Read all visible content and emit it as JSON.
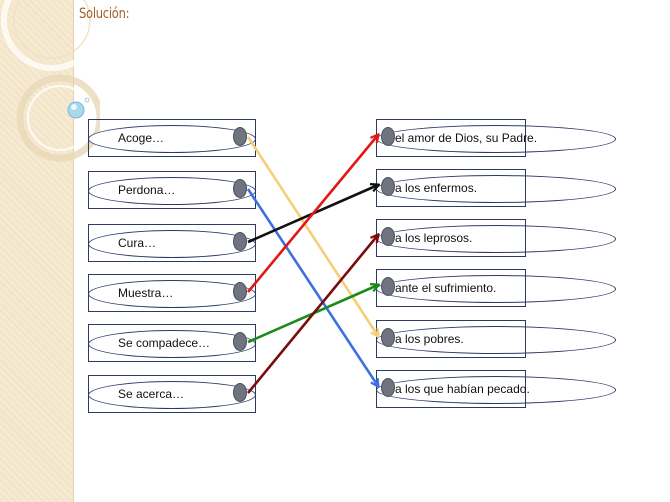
{
  "title": "Solución:",
  "left_items": [
    {
      "label": "Acoge…"
    },
    {
      "label": "Perdona…"
    },
    {
      "label": "Cura…"
    },
    {
      "label": "Muestra…"
    },
    {
      "label": "Se compadece…"
    },
    {
      "label": "Se acerca…"
    }
  ],
  "right_items": [
    {
      "label": "el amor de Dios, su Padre."
    },
    {
      "label": "a los enfermos."
    },
    {
      "label": "a los leprosos."
    },
    {
      "label": "ante el sufrimiento."
    },
    {
      "label": "a los pobres."
    },
    {
      "label": "a los que habían  pecado."
    }
  ],
  "connections": [
    {
      "from": 0,
      "to": 4,
      "color": "#f5cf78"
    },
    {
      "from": 1,
      "to": 5,
      "color": "#3c6fe0"
    },
    {
      "from": 2,
      "to": 1,
      "color": "#111111"
    },
    {
      "from": 3,
      "to": 0,
      "color": "#e01818"
    },
    {
      "from": 4,
      "to": 3,
      "color": "#1a8a1a"
    },
    {
      "from": 5,
      "to": 2,
      "color": "#7a0c0c"
    }
  ]
}
